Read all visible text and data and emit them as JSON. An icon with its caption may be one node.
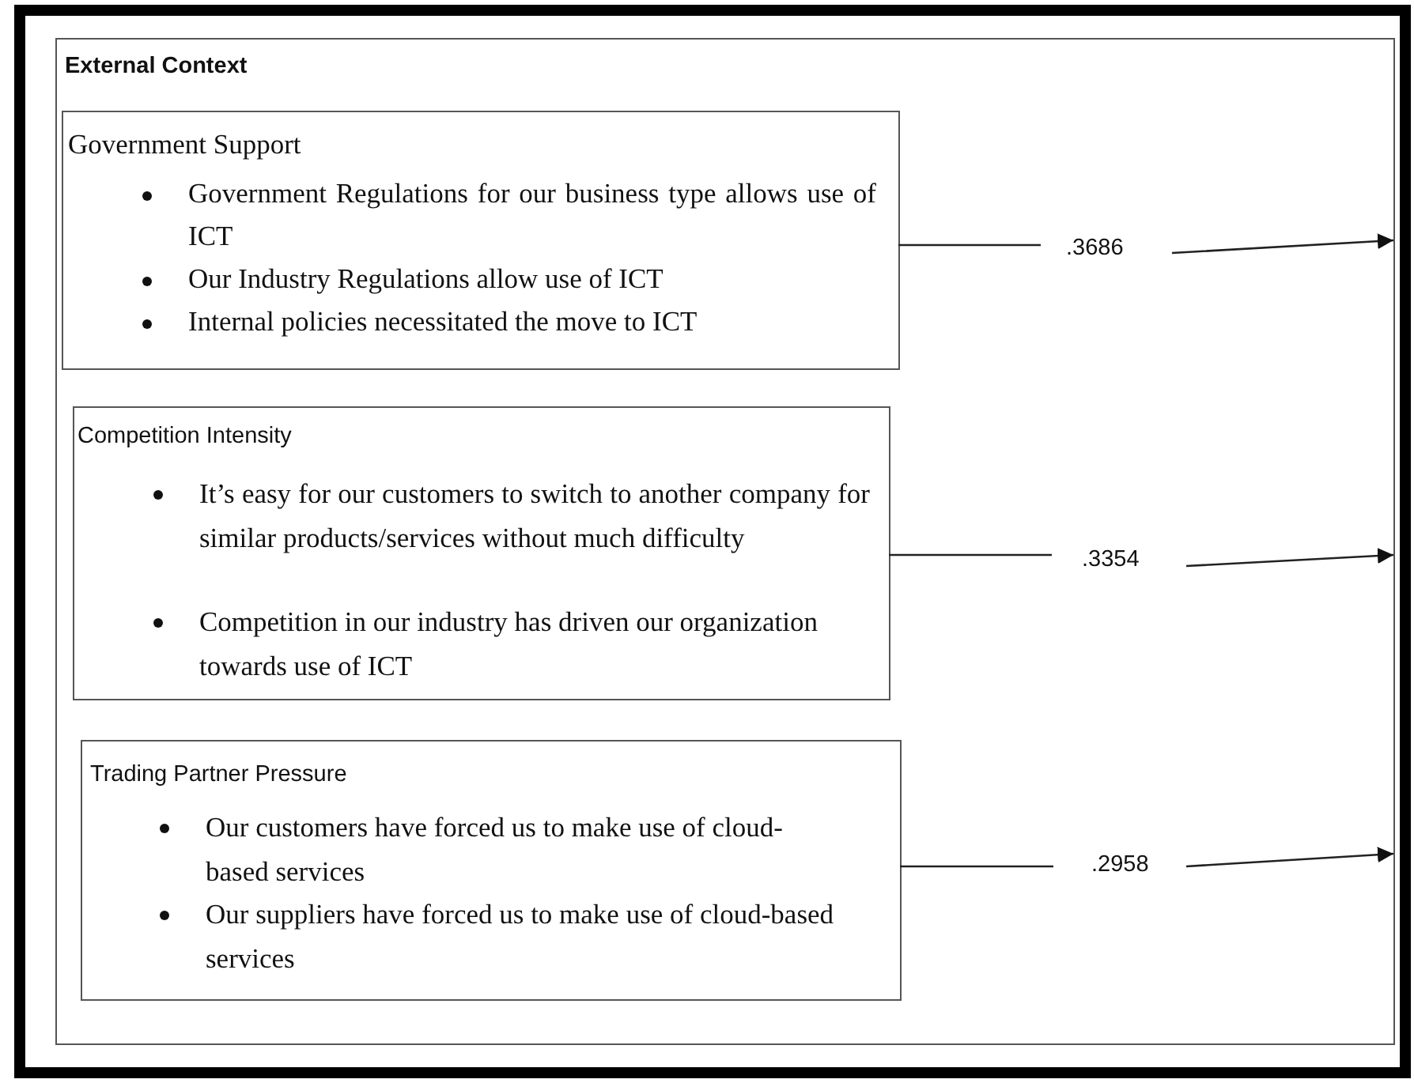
{
  "diagram": {
    "nodes": [
      {
        "text": [
          "External Context"
        ]
      },
      {
        "text": [
          "Government Support",
          "Government Regulations for our business type allows use of ICT",
          "Our Industry Regulations allow use of ICT",
          "Internal policies necessitated the move to ICT"
        ],
        "in": 0
      },
      {
        "text": [
          "Competition Intensity",
          "It’s easy for our customers to switch to another company for similar products/services without much difficulty",
          "Competition in our industry has driven our organization towards use of ICT"
        ],
        "in": 0
      },
      {
        "text": [
          "Trading Partner Pressure",
          "Our customers have forced us to make use of cloud-based services",
          "Our suppliers have forced us to make use of cloud-based services"
        ],
        "in": 0
      }
    ],
    "edges": [
      {
        "from": 1,
        "to": null,
        "arrow": "to",
        "label": ".3686"
      },
      {
        "from": 2,
        "to": null,
        "arrow": "to",
        "label": ".3354"
      },
      {
        "from": 3,
        "to": null,
        "arrow": "to",
        "label": ".2958"
      }
    ]
  }
}
